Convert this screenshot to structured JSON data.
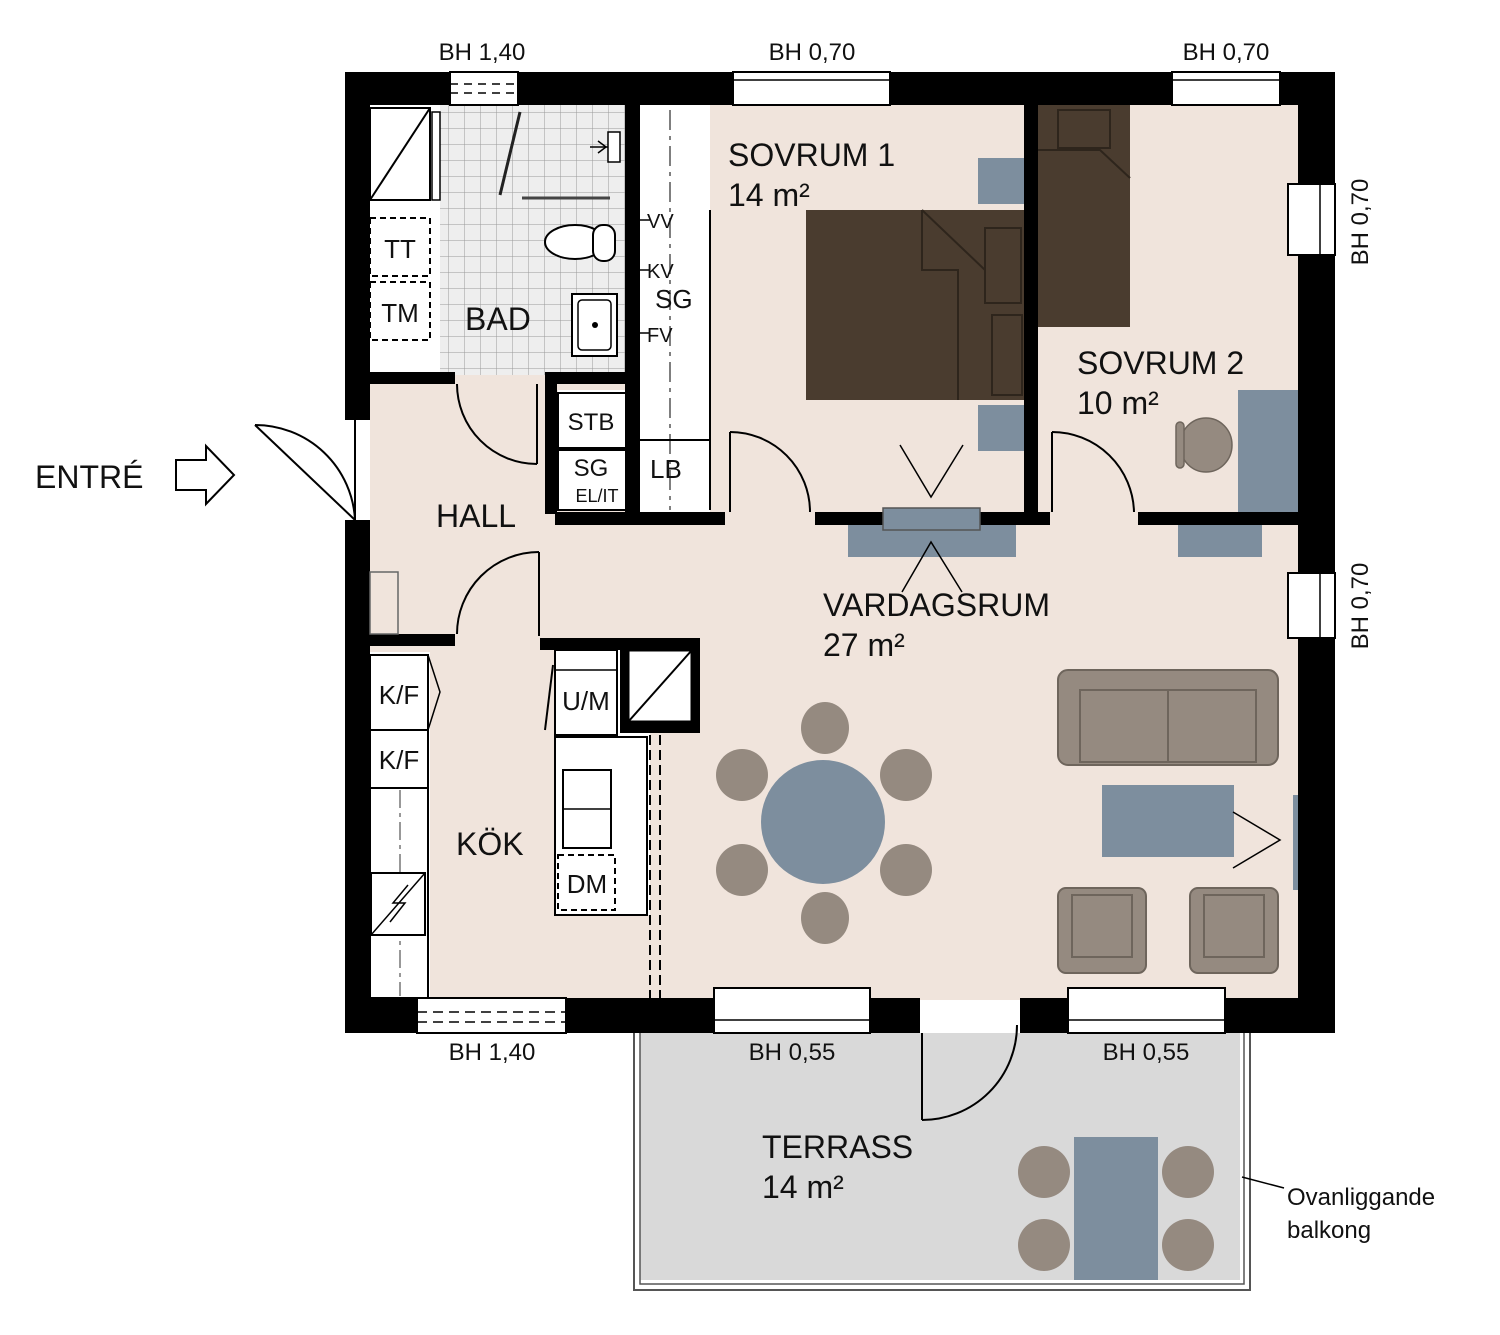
{
  "colors": {
    "floor": "#f0e4dc",
    "terrace": "#d9d9d9",
    "wall": "#000000",
    "furniture_blue": "#7d8e9e",
    "bed_brown": "#4a3c2f",
    "chair_taupe": "#958a80"
  },
  "rooms": {
    "bad": "BAD",
    "sovrum1": {
      "name": "SOVRUM 1",
      "area": "14 m²"
    },
    "sovrum2": {
      "name": "SOVRUM 2",
      "area": "10 m²"
    },
    "hall": "HALL",
    "vardagsrum": {
      "name": "VARDAGSRUM",
      "area": "27 m²"
    },
    "kok": "KÖK",
    "terrass": {
      "name": "TERRASS",
      "area": "14 m²"
    }
  },
  "entrance": "ENTRÉ",
  "windows": {
    "top_bad": "BH 1,40",
    "top_sovrum1": "BH 0,70",
    "top_sovrum2": "BH 0,70",
    "right_upper": "BH 0,70",
    "right_lower": "BH 0,70",
    "bottom_kok": "BH 1,40",
    "bottom_mid": "BH 0,55",
    "bottom_right": "BH 0,55"
  },
  "fixtures": {
    "tt": "TT",
    "tm": "TM",
    "vv": "VV",
    "kv": "KV",
    "fv": "FV",
    "sg": "SG",
    "stb": "STB",
    "sg2": "SG",
    "elit": "EL/IT",
    "lb": "LB",
    "kf1": "K/F",
    "kf2": "K/F",
    "um": "U/M",
    "dm": "DM"
  },
  "annotation": {
    "line1": "Ovanliggande",
    "line2": "balkong"
  }
}
